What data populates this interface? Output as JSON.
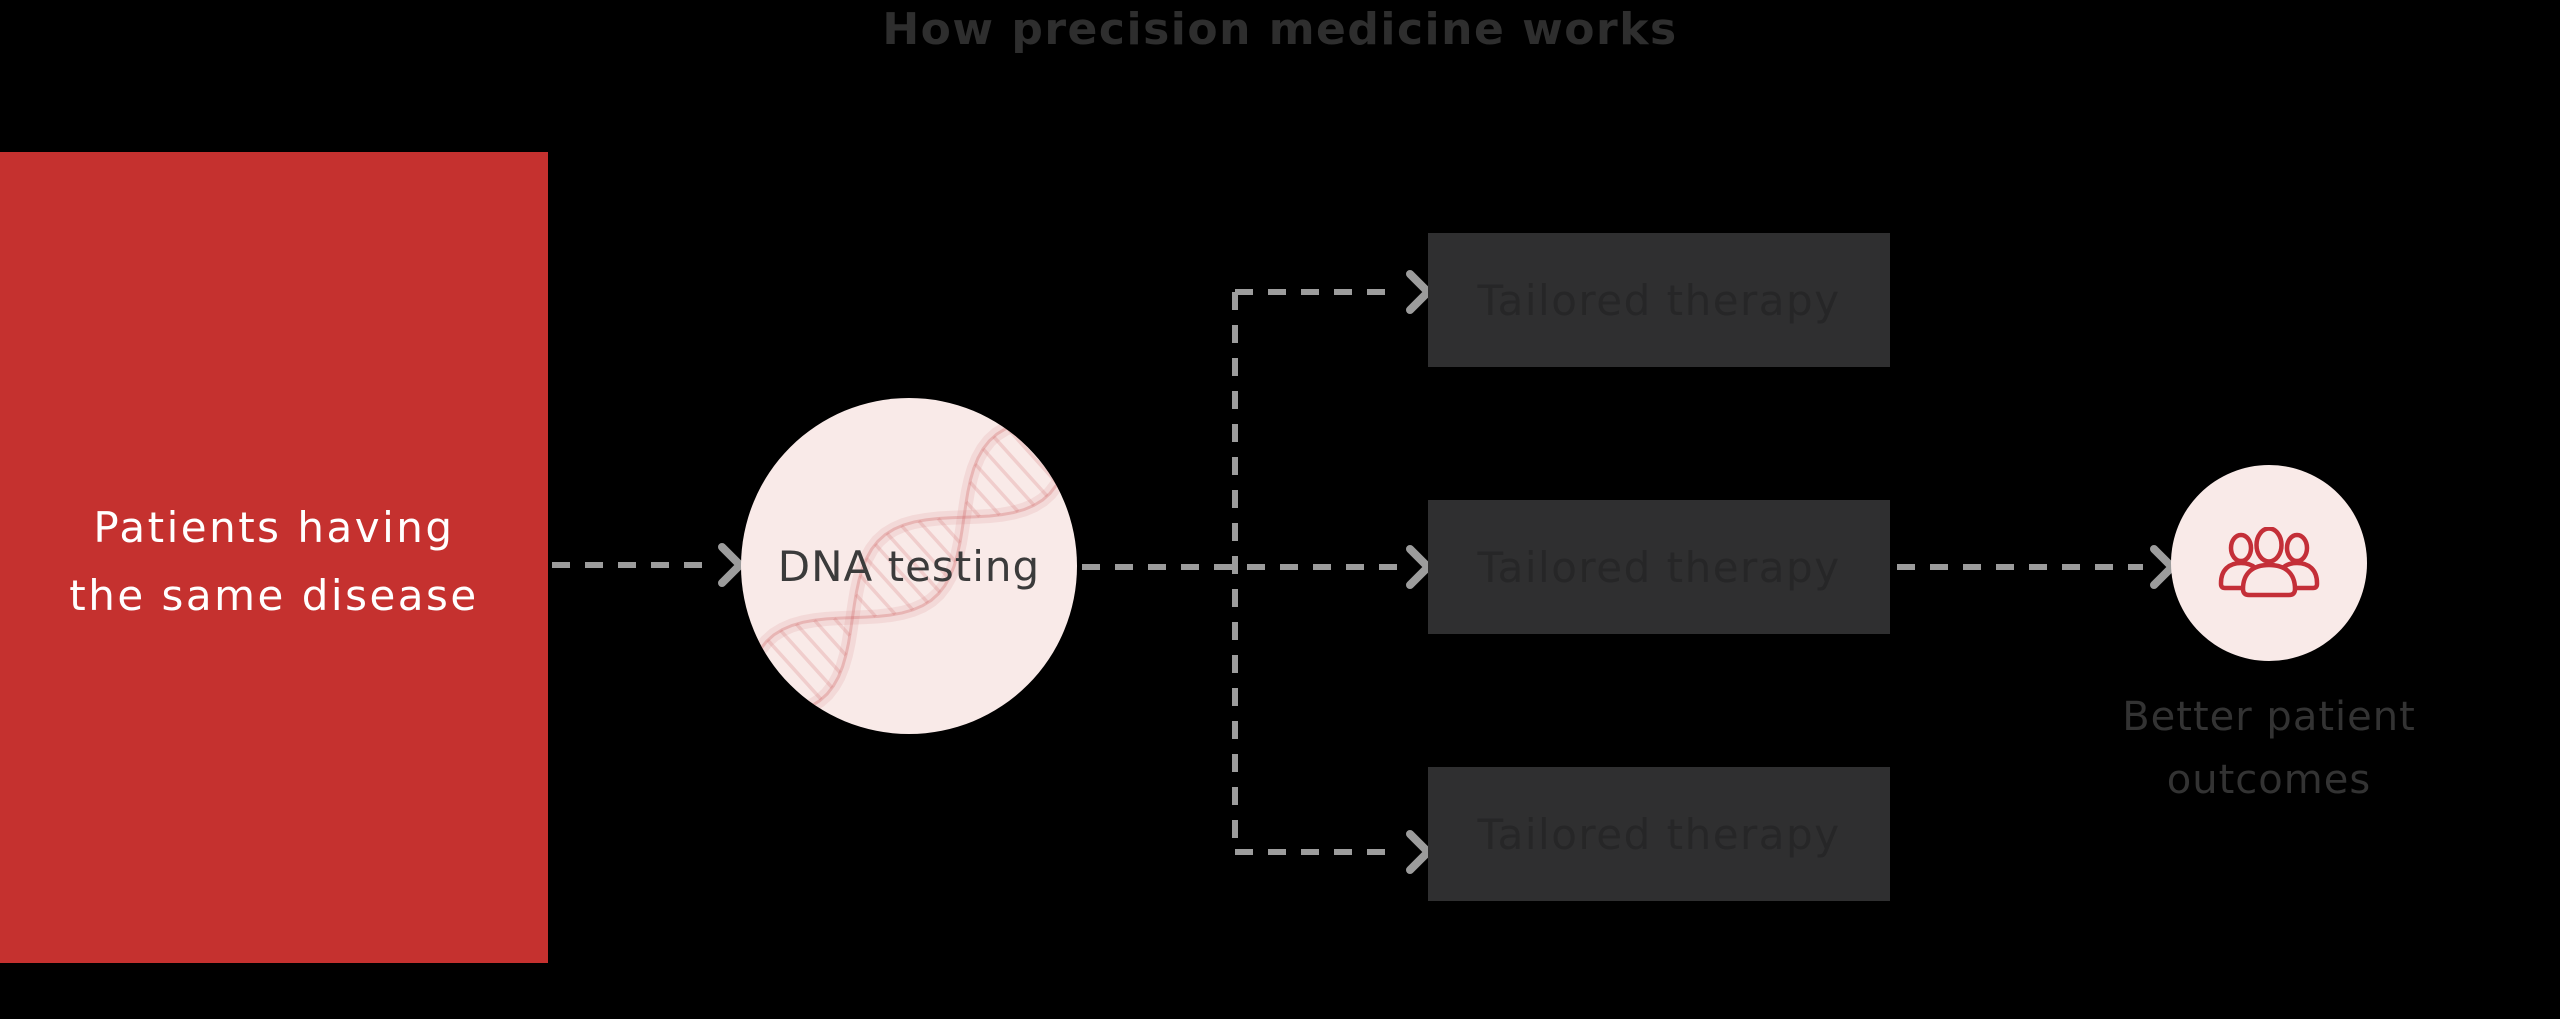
{
  "title": "How precision medicine works",
  "flow": {
    "patients": {
      "lines": [
        "Patients having",
        "the same disease"
      ]
    },
    "dna": {
      "label": "DNA testing",
      "icon": "dna-helix-icon"
    },
    "therapies": [
      {
        "label": "Tailored therapy"
      },
      {
        "label": "Tailored therapy"
      },
      {
        "label": "Tailored therapy"
      }
    ],
    "outcome": {
      "icon": "people-group-icon",
      "caption_lines": [
        "Better patient",
        "outcomes"
      ]
    }
  },
  "colors": {
    "background": "#000000",
    "title_text": "#2e2e2e",
    "patients_box": "#c5312f",
    "patients_text": "#ffffff",
    "node_circle": "#f9eae8",
    "dna_text": "#3b3b3b",
    "therapy_box": "#2f2f30",
    "therapy_text": "#262627",
    "arrow": "#9c9c9c",
    "icon_red": "#c42f38",
    "caption_text": "#333333",
    "helix": "#d06a6a"
  }
}
